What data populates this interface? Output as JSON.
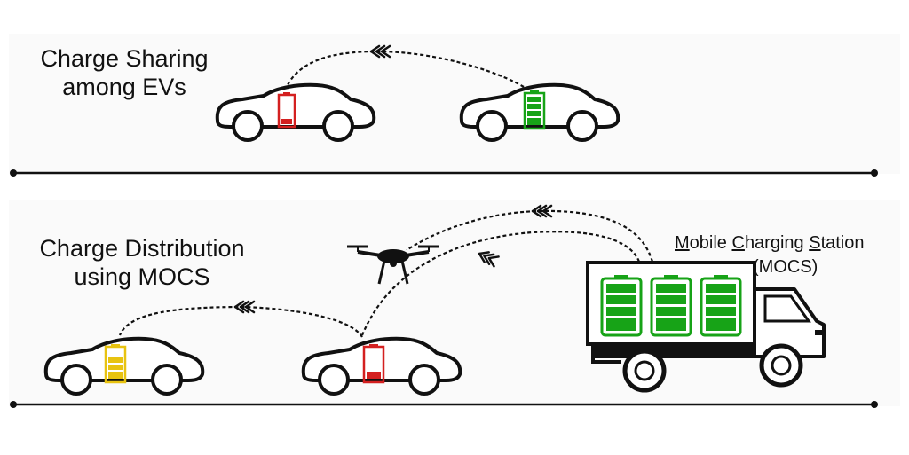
{
  "top_section": {
    "label_line1": "Charge Sharing",
    "label_line2": "among EVs"
  },
  "bottom_section": {
    "label_line1": "Charge Distribution",
    "label_line2": "using MOCS",
    "mocs_title_parts": [
      {
        "text": "M",
        "underline": true
      },
      {
        "text": "obile ",
        "underline": false
      },
      {
        "text": "C",
        "underline": true
      },
      {
        "text": "harging ",
        "underline": false
      },
      {
        "text": "S",
        "underline": true
      },
      {
        "text": "tation",
        "underline": false
      }
    ],
    "mocs_abbr": "(MOCS)"
  },
  "icons": [
    "car-icon",
    "battery-icon",
    "drone-icon",
    "truck-icon",
    "arrow-head-icon"
  ],
  "colors": {
    "battery_low": "#d42020",
    "battery_full": "#17a317",
    "battery_mid": "#e8c310",
    "outline": "#111111",
    "panel_bg": "#fafafa"
  }
}
